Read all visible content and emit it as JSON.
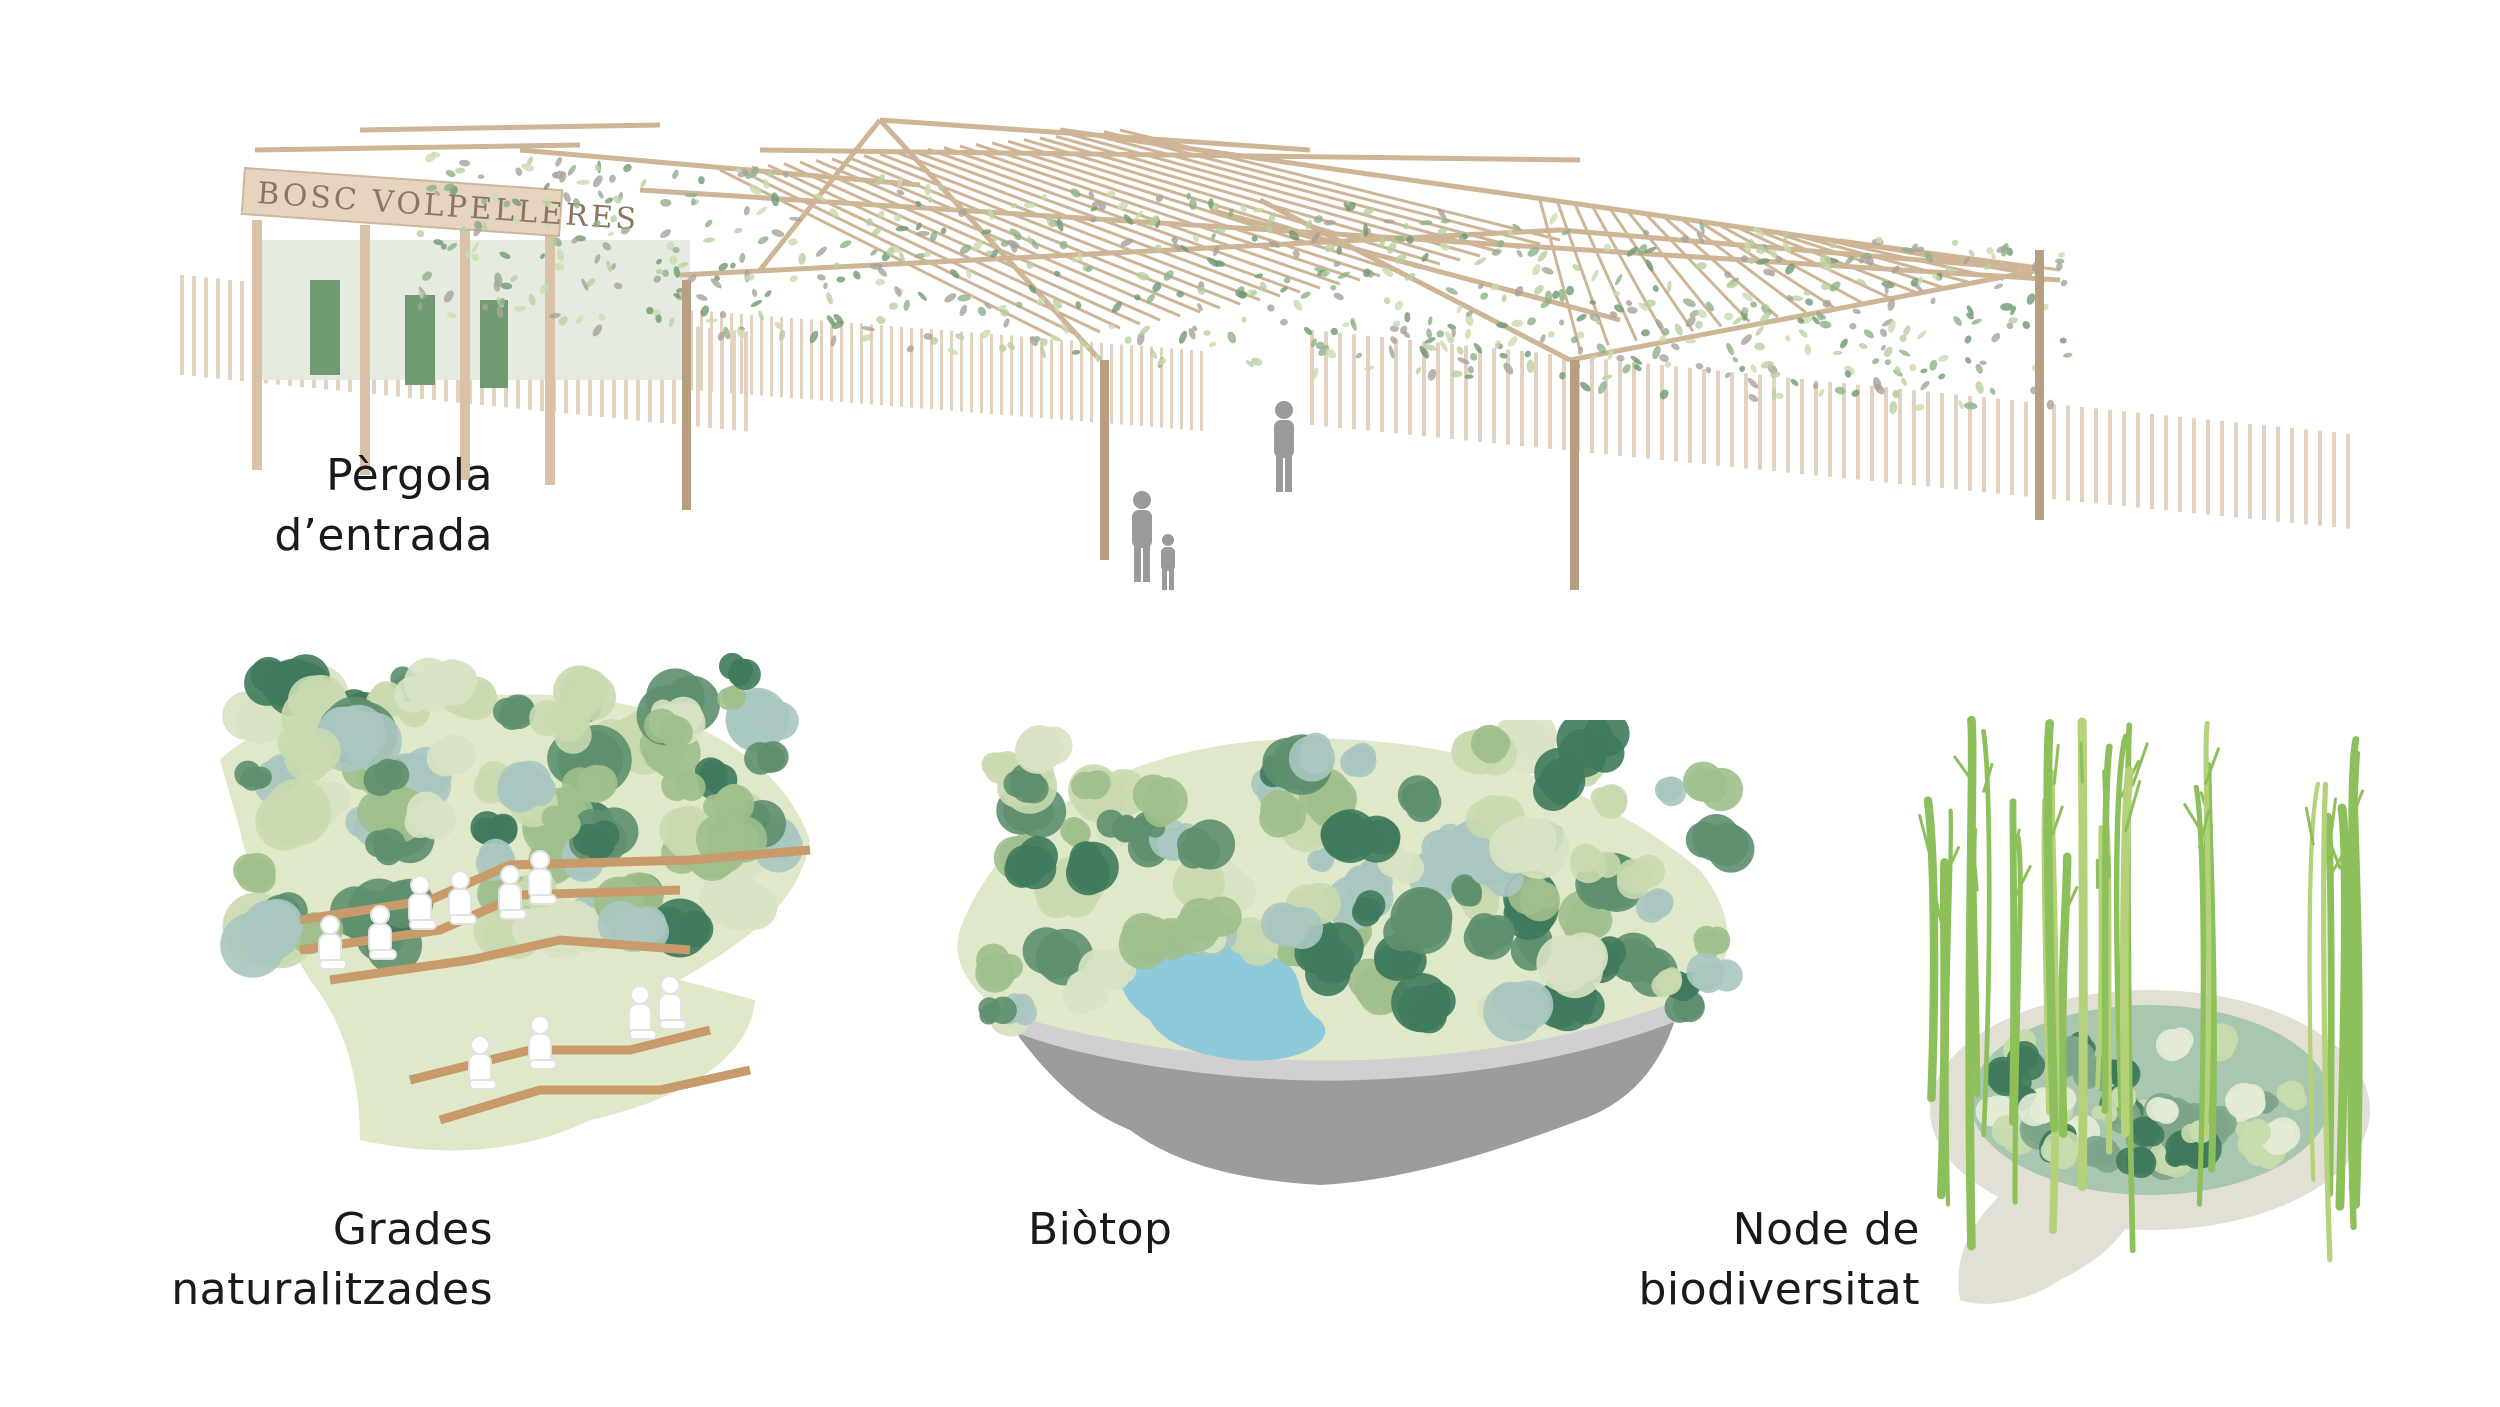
{
  "sign": {
    "text": "BOSC  VOLPELLERES"
  },
  "labels": {
    "pergola": [
      "Pèrgola",
      "d’entrada"
    ],
    "grades": [
      "Grades",
      "naturalitzades"
    ],
    "biotop": [
      "Biòtop"
    ],
    "node": [
      "Node de",
      "biodiversitat"
    ]
  },
  "colors": {
    "wood": "#d9c2a8",
    "wood_dark": "#b89f82",
    "leaf_light": "#c9dcae",
    "leaf_mid": "#8fb08a",
    "leaf_dark": "#3f7a5c",
    "ground": "#dfe8c9",
    "water": "#8ec9dc",
    "stone": "#9c9c9c",
    "trunk": "#8dbf5a",
    "person": "#9a9a9a"
  }
}
